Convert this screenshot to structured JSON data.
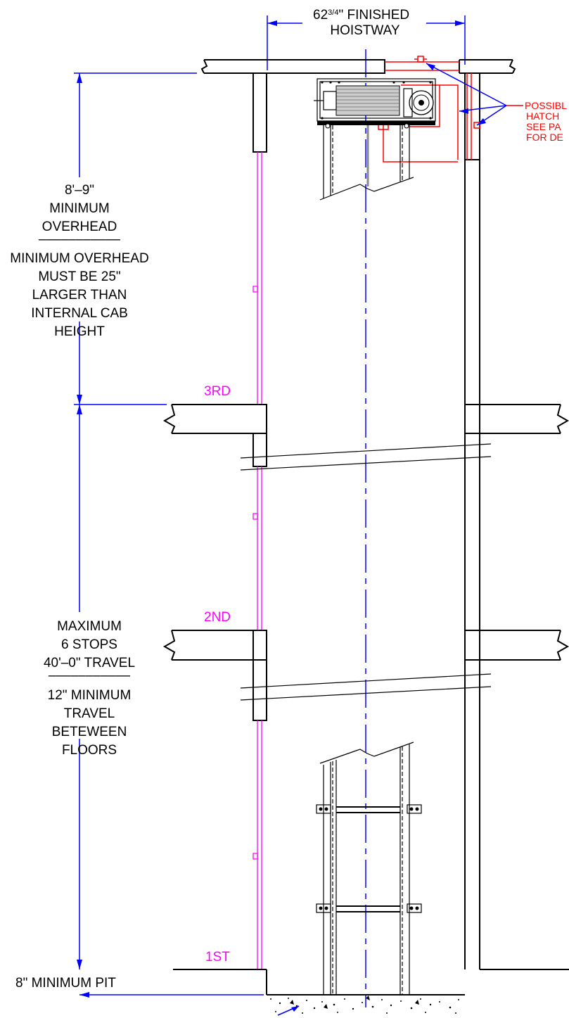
{
  "colors": {
    "structure": "#000000",
    "dimension": "#0000ff",
    "floor_label": "#ff00ff",
    "detail": "#ff0000"
  },
  "hoistway": {
    "width_main": "62",
    "width_fraction": "3/4",
    "width_rest": "\" FINISHED",
    "width_line2": "HOISTWAY"
  },
  "overhead": {
    "line1": "8'–9\"",
    "line2": "MINIMUM",
    "line3": "OVERHEAD",
    "divider": "–––––––––––",
    "note1": "MINIMUM OVERHEAD",
    "note2": "MUST BE 25\"",
    "note3": "LARGER THAN",
    "note4": "INTERNAL CAB",
    "note5": "HEIGHT"
  },
  "travel": {
    "line1": "MAXIMUM",
    "line2": "6 STOPS",
    "line3": "40'–0\" TRAVEL",
    "divider": "–––––––––––",
    "note1": "12\" MINIMUM",
    "note2": "TRAVEL",
    "note3": "BETEWEEN",
    "note4": "FLOORS"
  },
  "pit": {
    "label": "8\" MINIMUM PIT"
  },
  "floors": {
    "third": "3RD",
    "second": "2ND",
    "first": "1ST"
  },
  "callout": {
    "line1": "POSSIBL",
    "line2": "HATCH",
    "line3": "SEE PA",
    "line4": "FOR DE"
  }
}
